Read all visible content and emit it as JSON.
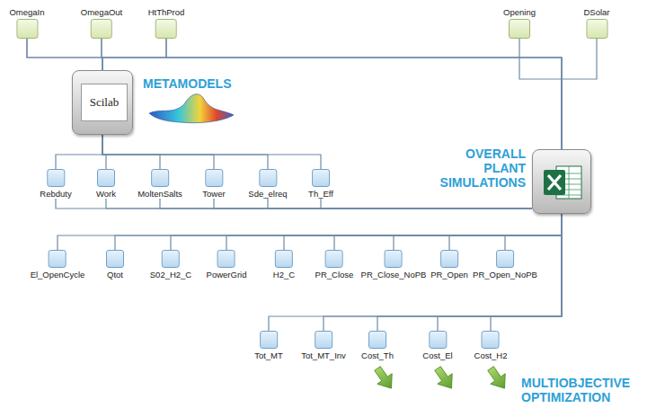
{
  "diagram": {
    "nodes": [
      {
        "text": [
          "OmegaIn"
        ]
      },
      {
        "text": [
          "OmegaOut"
        ]
      },
      {
        "text": [
          "HtThProd"
        ]
      },
      {
        "text": [
          "Opening"
        ]
      },
      {
        "text": [
          "DSolar"
        ]
      },
      {
        "text": [
          "Scilab",
          "METAMODELS"
        ]
      },
      {
        "text": [
          "OVERALL PLANT SIMULATIONS"
        ]
      },
      {
        "text": [
          "Rebduty"
        ]
      },
      {
        "text": [
          "Work"
        ]
      },
      {
        "text": [
          "MoltenSalts"
        ]
      },
      {
        "text": [
          "Tower"
        ]
      },
      {
        "text": [
          "Sde_elreq"
        ]
      },
      {
        "text": [
          "Th_Eff"
        ]
      },
      {
        "text": [
          "El_OpenCycle"
        ]
      },
      {
        "text": [
          "Qtot"
        ]
      },
      {
        "text": [
          "S02_H2_C"
        ]
      },
      {
        "text": [
          "PowerGrid"
        ]
      },
      {
        "text": [
          "H2_C"
        ]
      },
      {
        "text": [
          "PR_Close"
        ]
      },
      {
        "text": [
          "PR_Close_NoPB"
        ]
      },
      {
        "text": [
          "PR_Open"
        ]
      },
      {
        "text": [
          "PR_Open_NoPB"
        ]
      },
      {
        "text": [
          "Tot_MT"
        ]
      },
      {
        "text": [
          "Tot_MT_Inv"
        ]
      },
      {
        "text": [
          "Cost_Th"
        ]
      },
      {
        "text": [
          "Cost_El"
        ]
      },
      {
        "text": [
          "Cost_H2"
        ]
      }
    ],
    "edges": [
      {
        "from": 0,
        "to": 5,
        "arrow": "none"
      },
      {
        "from": 1,
        "to": 5,
        "arrow": "none"
      },
      {
        "from": 2,
        "to": 5,
        "arrow": "none"
      },
      {
        "from": 0,
        "to": 6,
        "arrow": "none"
      },
      {
        "from": 1,
        "to": 6,
        "arrow": "none"
      },
      {
        "from": 2,
        "to": 6,
        "arrow": "none"
      },
      {
        "from": 3,
        "to": 6,
        "arrow": "none"
      },
      {
        "from": 4,
        "to": 6,
        "arrow": "none"
      },
      {
        "from": 5,
        "to": 7,
        "arrow": "none"
      },
      {
        "from": 5,
        "to": 8,
        "arrow": "none"
      },
      {
        "from": 5,
        "to": 9,
        "arrow": "none"
      },
      {
        "from": 5,
        "to": 10,
        "arrow": "none"
      },
      {
        "from": 5,
        "to": 11,
        "arrow": "none"
      },
      {
        "from": 5,
        "to": 12,
        "arrow": "none"
      },
      {
        "from": 7,
        "to": 6,
        "arrow": "none"
      },
      {
        "from": 8,
        "to": 6,
        "arrow": "none"
      },
      {
        "from": 9,
        "to": 6,
        "arrow": "none"
      },
      {
        "from": 10,
        "to": 6,
        "arrow": "none"
      },
      {
        "from": 11,
        "to": 6,
        "arrow": "none"
      },
      {
        "from": 12,
        "to": 6,
        "arrow": "none"
      },
      {
        "from": 6,
        "to": 13,
        "arrow": "none"
      },
      {
        "from": 6,
        "to": 14,
        "arrow": "none"
      },
      {
        "from": 6,
        "to": 15,
        "arrow": "none"
      },
      {
        "from": 6,
        "to": 16,
        "arrow": "none"
      },
      {
        "from": 6,
        "to": 17,
        "arrow": "none"
      },
      {
        "from": 6,
        "to": 18,
        "arrow": "none"
      },
      {
        "from": 6,
        "to": 19,
        "arrow": "none"
      },
      {
        "from": 6,
        "to": 20,
        "arrow": "none"
      },
      {
        "from": 6,
        "to": 21,
        "arrow": "none"
      },
      {
        "from": 6,
        "to": 22,
        "arrow": "none"
      },
      {
        "from": 6,
        "to": 23,
        "arrow": "none"
      },
      {
        "from": 6,
        "to": 24,
        "arrow": "none"
      },
      {
        "from": 6,
        "to": 25,
        "arrow": "none"
      },
      {
        "from": 6,
        "to": 26,
        "arrow": "none"
      }
    ],
    "labels": [
      "MULTIOBJECTIVE OPTIMIZATION"
    ]
  }
}
